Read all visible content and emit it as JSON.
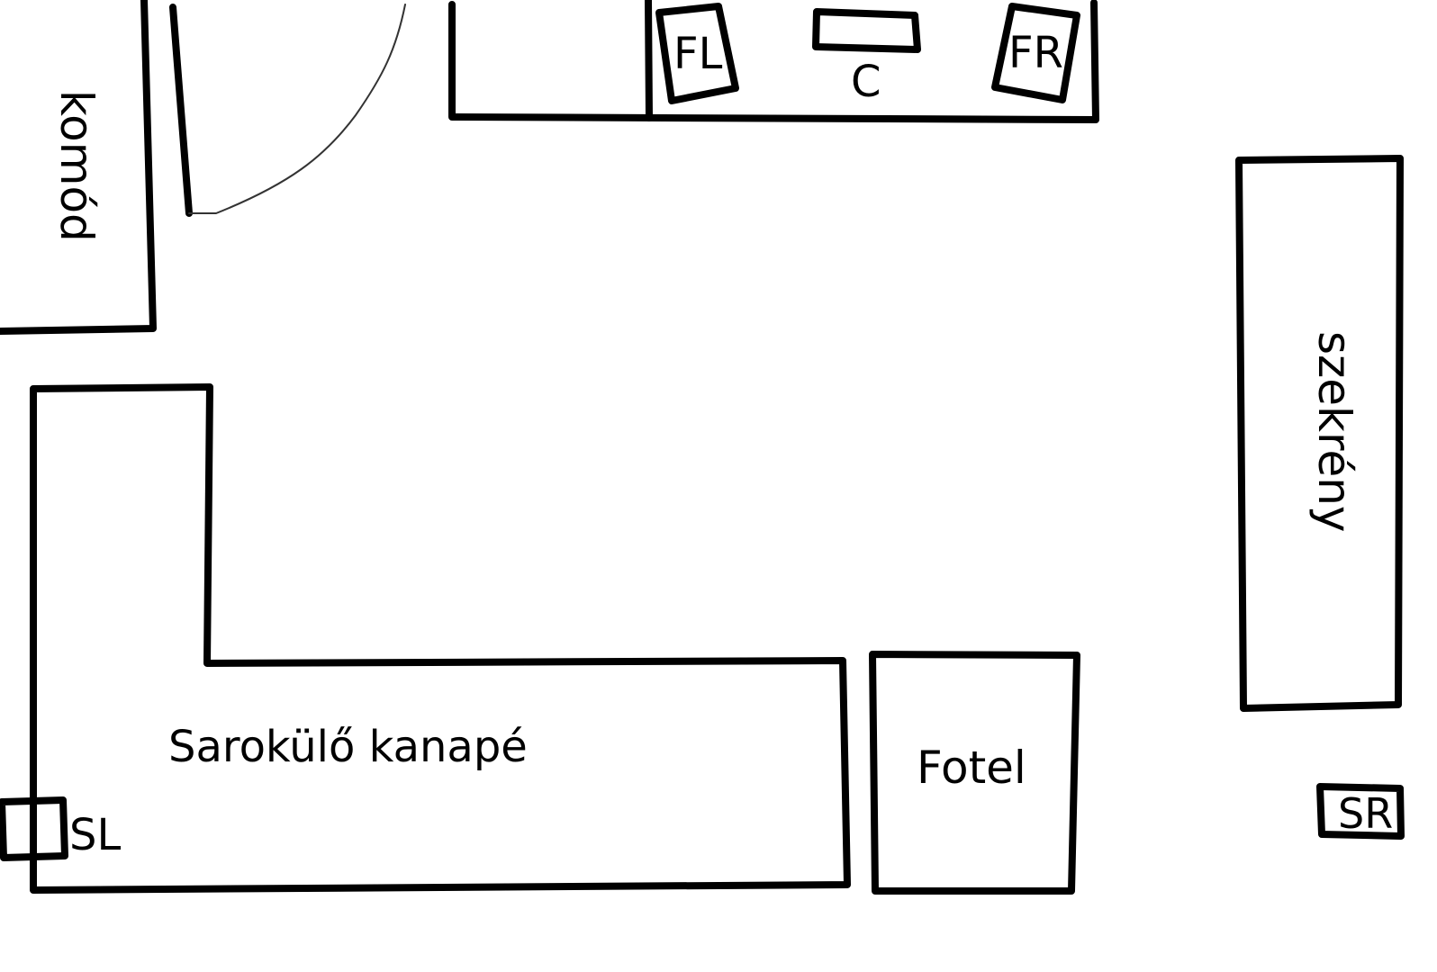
{
  "labels": {
    "komod": "komód",
    "szekreny": "szekrény",
    "kanape": "Sarokülő kanapé",
    "fotel": "Fotel",
    "speaker_front_left": "FL",
    "speaker_center": "C",
    "speaker_front_right": "FR",
    "speaker_surround_left": "SL",
    "speaker_surround_right": "SR"
  },
  "colors": {
    "line": "#000000",
    "door_arc": "#333333",
    "background": "#ffffff"
  }
}
